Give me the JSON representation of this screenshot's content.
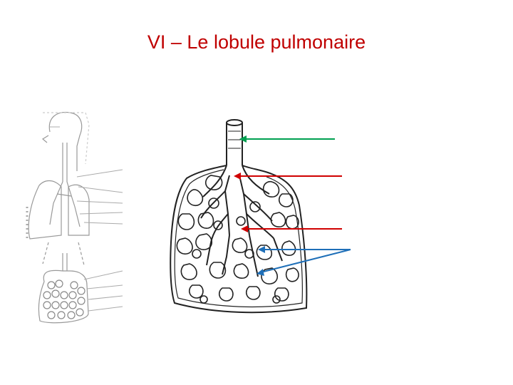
{
  "slide": {
    "title": "VI – Le lobule pulmonaire",
    "title_color": "#c00000"
  },
  "figure": {
    "overview_icon": "lung-overview-sketch",
    "lobule_icon": "pulmonary-lobule-drawing",
    "arrow_colors": {
      "green": "#00a050",
      "red": "#d00000",
      "blue": "#1e6fb8"
    }
  }
}
